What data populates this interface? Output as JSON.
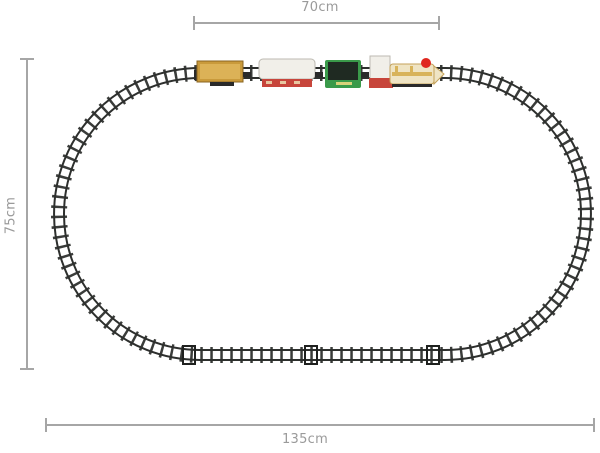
{
  "dimensions": {
    "width_top": "70cm",
    "height_left": "75cm",
    "length_bottom": "135cm"
  },
  "scene": {
    "subject": "oval toy train track with steam locomotive and three cars",
    "train": {
      "cars": [
        "ore-hopper-car",
        "passenger-coach",
        "coal-tender",
        "steam-locomotive"
      ]
    }
  },
  "colors": {
    "dimension_lines": "#a6a6a6",
    "dimension_text": "#9a9a9a",
    "rail": "#2d2f2d",
    "tie": "#3a3c3a",
    "hopper": "#c99a3b",
    "coach_roof": "#f1efe9",
    "coach_body": "#c7453b",
    "tender_body": "#3a9a4a",
    "coal": "#1f2a22",
    "locomotive_body": "#d8b35a",
    "lamp": "#e0261e"
  }
}
